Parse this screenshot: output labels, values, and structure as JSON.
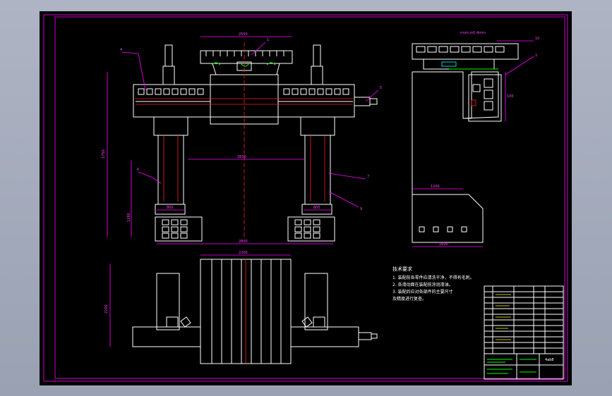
{
  "drawing": {
    "front_view": {
      "dim_top_width": "2550",
      "dim_center": "2600",
      "dim_base_width": "2800",
      "dim_height_total": "1750",
      "dim_height_lower": "1180",
      "dim_column_width": "800",
      "dim_column_right": "800",
      "callouts": [
        "4",
        "1",
        "5",
        "6",
        "7",
        "9"
      ]
    },
    "side_view": {
      "top_label": "rmm.m0.4mm",
      "dim_right": "100",
      "dim_mid": "1200",
      "dim_bottom": "1600",
      "callouts": [
        "10",
        "1"
      ]
    },
    "plan_view": {
      "dim_top": "2200",
      "dim_left": "2200"
    },
    "tech_requirements": {
      "title": "技术要求",
      "lines": [
        "1.  装配前各零件应清洗干净，不得有毛刺。",
        "2.  各滑动面在装配前涂润滑油。",
        "3.  装配后应对各部件的主要尺寸",
        "及精度进行复查。"
      ]
    },
    "title_block": {
      "drawing_no": "4ab8"
    }
  }
}
